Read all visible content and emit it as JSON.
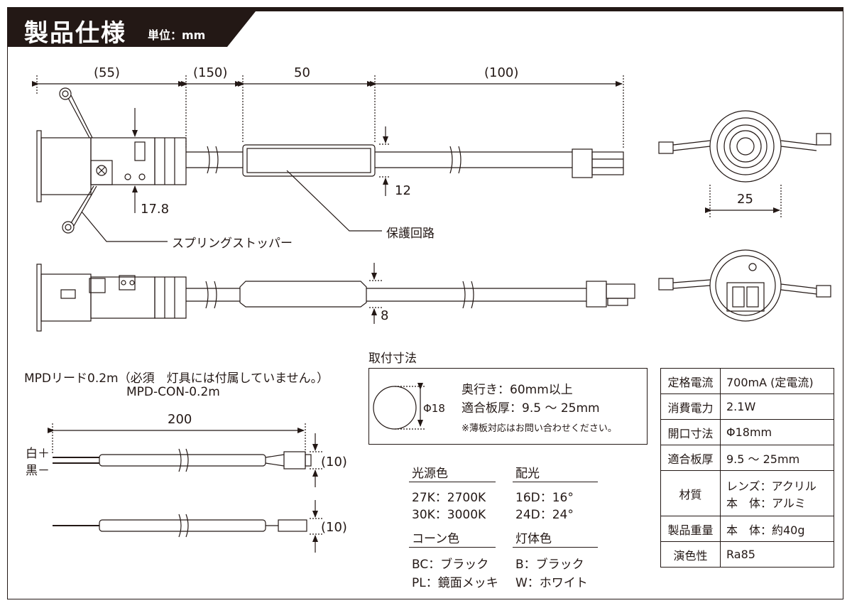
{
  "header": {
    "title": "製品仕様",
    "unit": "単位：mm"
  },
  "top_view": {
    "dim_a": "(55)",
    "dim_b": "(150)",
    "dim_c": "50",
    "dim_d": "(100)",
    "dim_height_1": "17.8",
    "dim_height_2": "12",
    "label_spring": "スプリングストッパー",
    "label_circuit": "保護回路",
    "dim_front": "25"
  },
  "side_view": {
    "dim_height": "8"
  },
  "lead": {
    "title": "MPDリード0.2m（必須　灯具には付属していません。）",
    "model": "MPD-CON-0.2m",
    "length": "200",
    "white": "白＋",
    "black": "黒－",
    "conn_1": "(10)",
    "conn_2": "(10)"
  },
  "mount": {
    "title": "取付寸法",
    "hole": "Φ18",
    "depth": "奥行き：60mm以上",
    "thickness": "適合板厚：9.5 ～ 25mm",
    "note": "※薄板対応はお問い合わせください。"
  },
  "options": {
    "light_color_title": "光源色",
    "light_color": [
      "27K：2700K",
      "30K：3000K"
    ],
    "beam_title": "配光",
    "beam": [
      "16D：16°",
      "24D：24°"
    ],
    "cone_title": "コーン色",
    "cone": [
      "BC：ブラック",
      "PL：鏡面メッキ"
    ],
    "body_title": "灯体色",
    "body": [
      "B：ブラック",
      "W：ホワイト"
    ]
  },
  "specs": [
    {
      "key": "定格電流",
      "value": "700mA (定電流)"
    },
    {
      "key": "消費電力",
      "value": "2.1W"
    },
    {
      "key": "開口寸法",
      "value": "Φ18mm"
    },
    {
      "key": "適合板厚",
      "value": "9.5 ～ 25mm"
    },
    {
      "key": "材質",
      "value": "レンズ：アクリル",
      "value2": "本　体：アルミ"
    },
    {
      "key": "製品重量",
      "value": "本　体：約40g"
    },
    {
      "key": "演色性",
      "value": "Ra85"
    }
  ]
}
